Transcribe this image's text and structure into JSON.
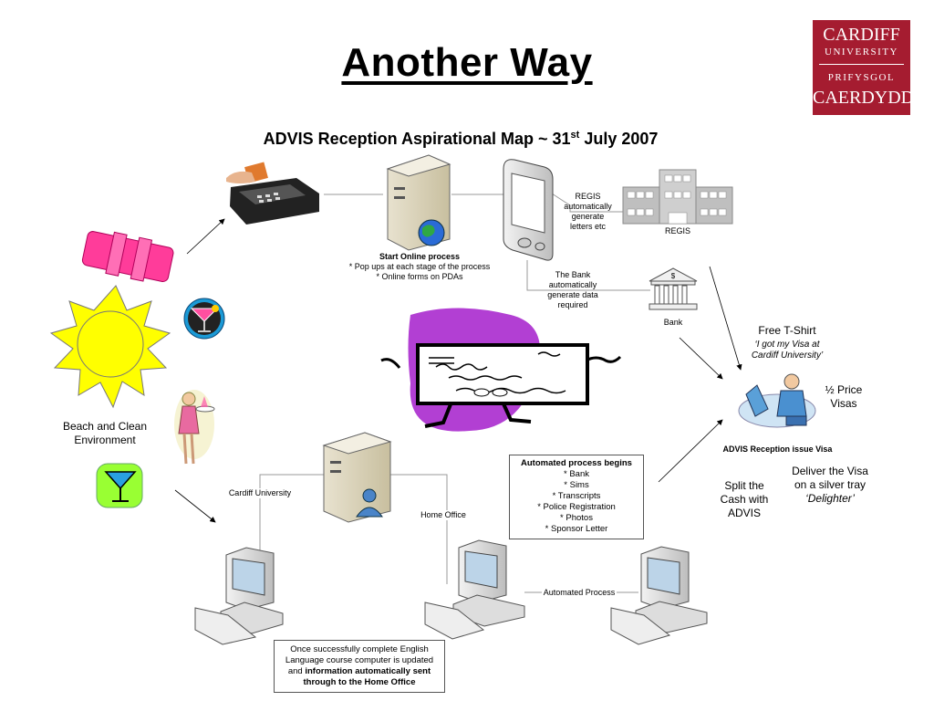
{
  "slide": {
    "title": "Another Way",
    "subtitle_main": "ADVIS Reception Aspirational Map ~ 31",
    "subtitle_sup": "st",
    "subtitle_end": " July 2007"
  },
  "logo": {
    "line1": "CARDIFF",
    "line2": "UNIVERSITY",
    "line3": "PRIFYSGOL",
    "line4": "CAERDYDD"
  },
  "labels": {
    "online_process_title": "Start Online process",
    "online_process_line1": "* Pop ups at each stage of the process",
    "online_process_line2": "* Online forms on PDAs",
    "regis_note": [
      "REGIS",
      "automatically",
      "generate",
      "letters etc"
    ],
    "regis": "REGIS",
    "bank_note": [
      "The Bank",
      "automatically",
      "generate data",
      "required"
    ],
    "bank": "Bank",
    "free_tshirt": "Free T-Shirt",
    "tshirt_slogan_1": "‘I got my Visa at",
    "tshirt_slogan_2": "Cardiff University’",
    "half_price_1": "½ Price",
    "half_price_2": "Visas",
    "beach_1": "Beach and Clean",
    "beach_2": "Environment",
    "advis_reception": "ADVIS Reception issue Visa",
    "deliver_1": "Deliver the Visa",
    "deliver_2": "on a silver tray",
    "deliver_3": "‘Delighter’",
    "split_1": "Split the",
    "split_2": "Cash with",
    "split_3": "ADVIS",
    "cardiff_university": "Cardiff University",
    "home_office": "Home Office",
    "automated_process": "Automated Process"
  },
  "automated_box": {
    "title": "Automated process begins",
    "items": [
      "* Bank",
      "* Sims",
      "* Transcripts",
      "* Police Registration",
      "* Photos",
      "* Sponsor Letter"
    ]
  },
  "english_box": {
    "line1": "Once successfully complete English",
    "line2": "Language course computer is updated",
    "line3_plain": "and ",
    "line3_bold": "information automatically sent",
    "line4_bold": "through to the Home Office"
  },
  "icons": [
    "card-terminal-icon",
    "server-globe-icon",
    "pda-icon",
    "building-icon",
    "bank-icon",
    "towel-icon",
    "sun-icon",
    "cocktail-icon",
    "waitress-icon",
    "cheque-icon",
    "receptionist-icon",
    "server-user-icon",
    "computer-icon"
  ],
  "colors": {
    "logo": "#a51c30",
    "sun": "#ffff00",
    "towel": "#ff3c9a",
    "cheque_blob": "#b23fd3",
    "cocktail_bg": "#99ff33"
  }
}
